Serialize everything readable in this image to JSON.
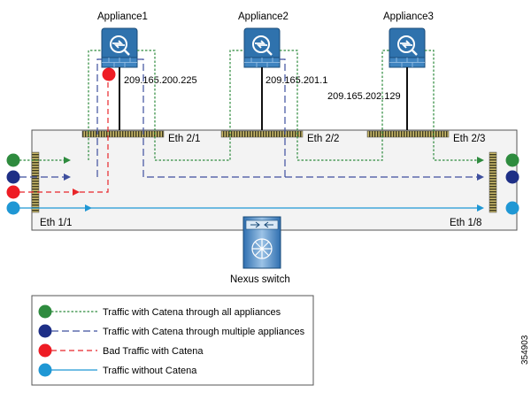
{
  "appliances": [
    {
      "label": "Appliance1",
      "ip": "209.165.200.225",
      "port": "Eth 2/1"
    },
    {
      "label": "Appliance2",
      "ip": "209.165.201.1",
      "port": "Eth 2/2"
    },
    {
      "label": "Appliance3",
      "ip": "209.165.202.129",
      "port": "Eth 2/3"
    }
  ],
  "ports": {
    "ingress": "Eth 1/1",
    "egress": "Eth 1/8"
  },
  "switch": {
    "label": "Nexus switch"
  },
  "legend": [
    {
      "label": "Traffic with Catena through all appliances",
      "color": "#2e8b3e",
      "dot": "#2e8b3e",
      "style": "dotted"
    },
    {
      "label": "Traffic with Catena through multiple appliances",
      "color": "#3e4f9e",
      "dot": "#1e2f86",
      "style": "dashed"
    },
    {
      "label": "Bad Traffic with Catena",
      "color": "#e8262a",
      "dot": "#ee1c24",
      "style": "dashed"
    },
    {
      "label": "Traffic without Catena",
      "color": "#1f97d4",
      "dot": "#1f97d4",
      "style": "solid"
    }
  ],
  "figure_id": "354903"
}
